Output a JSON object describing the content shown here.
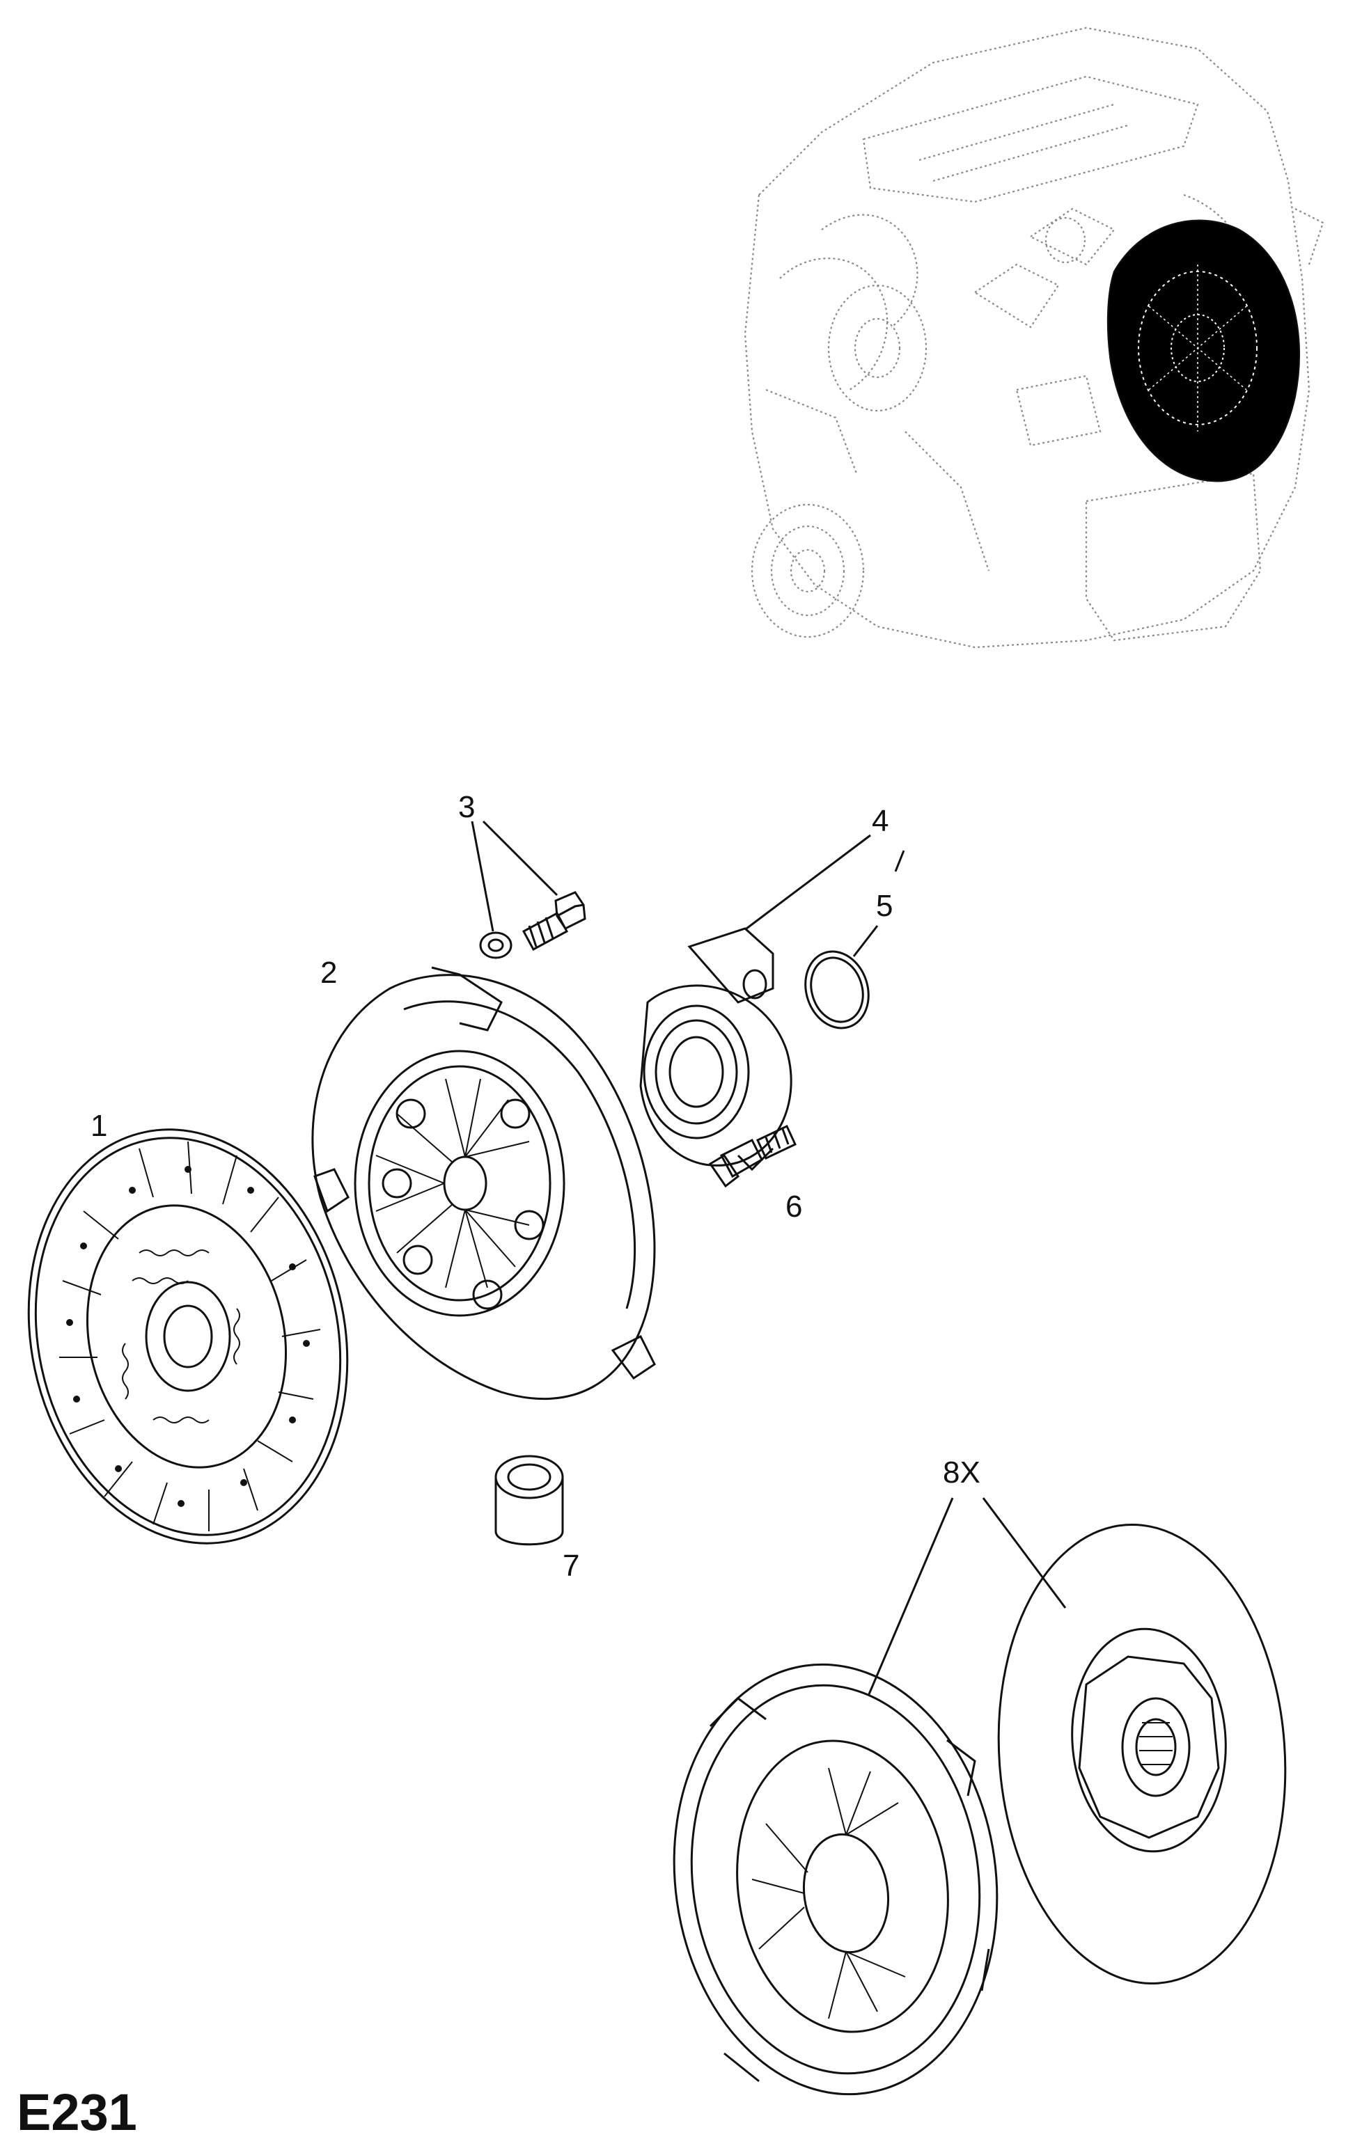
{
  "diagram_code": "E231",
  "callouts": {
    "part_1": "1",
    "part_2": "2",
    "part_3": "3",
    "part_4": "4",
    "part_5": "5",
    "part_6": "6",
    "part_7": "7",
    "part_8": "8X"
  },
  "colors": {
    "ink": "#111111",
    "ghost_engine": "#8a8a8a",
    "highlight_fill": "#000000"
  }
}
